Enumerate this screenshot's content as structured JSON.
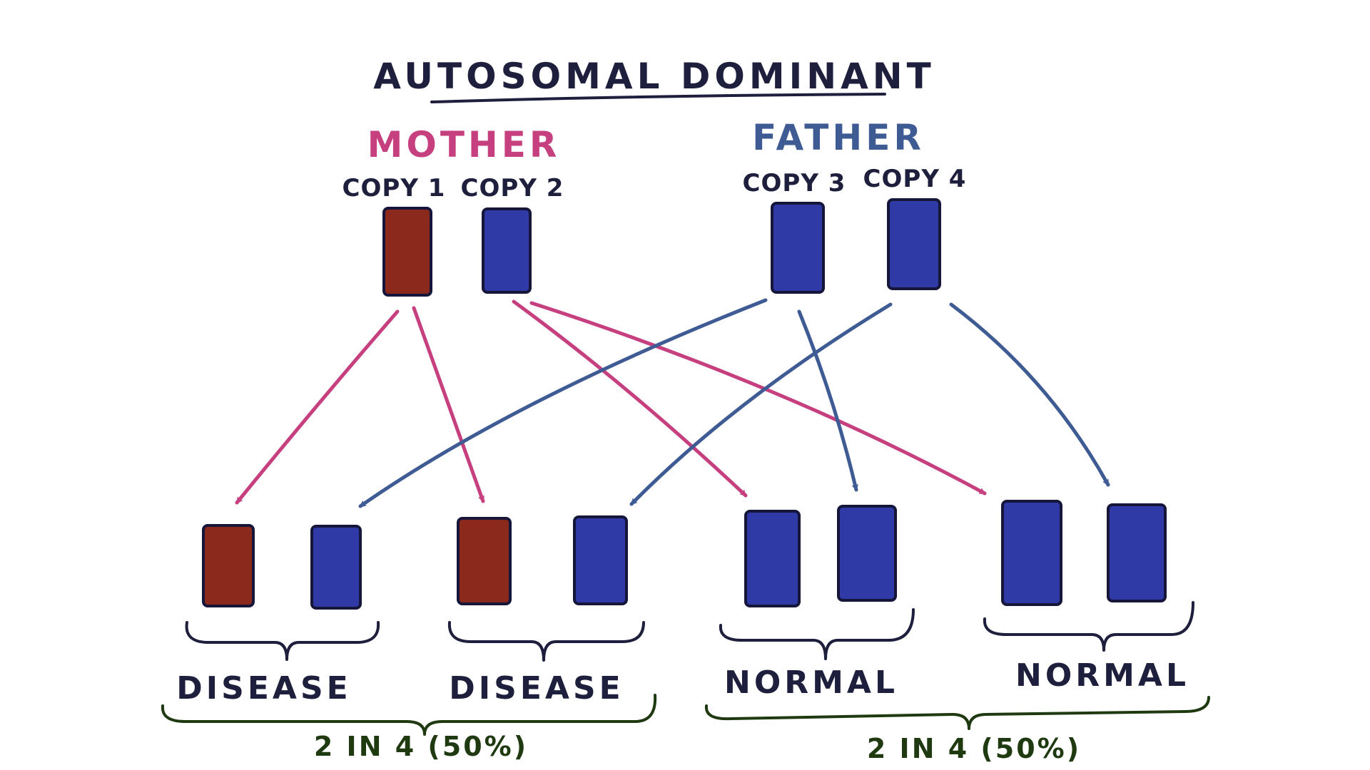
{
  "title": "AUTOSOMAL DOMINANT",
  "parents": {
    "mother": {
      "label": "MOTHER",
      "copies": [
        {
          "label": "COPY 1",
          "allele": "disease"
        },
        {
          "label": "COPY 2",
          "allele": "normal"
        }
      ]
    },
    "father": {
      "label": "FATHER",
      "copies": [
        {
          "label": "COPY 3",
          "allele": "normal"
        },
        {
          "label": "COPY 4",
          "allele": "normal"
        }
      ]
    }
  },
  "offspring": [
    {
      "label": "DISEASE",
      "alleles": [
        "disease",
        "normal"
      ],
      "from": [
        "COPY 1",
        "COPY 3"
      ]
    },
    {
      "label": "DISEASE",
      "alleles": [
        "disease",
        "normal"
      ],
      "from": [
        "COPY 1",
        "COPY 4"
      ]
    },
    {
      "label": "NORMAL",
      "alleles": [
        "normal",
        "normal"
      ],
      "from": [
        "COPY 2",
        "COPY 3"
      ]
    },
    {
      "label": "NORMAL",
      "alleles": [
        "normal",
        "normal"
      ],
      "from": [
        "COPY 2",
        "COPY 4"
      ]
    }
  ],
  "groups": [
    {
      "ratio": "2 IN 4 (50%)"
    },
    {
      "ratio": "2 IN 4 (50%)"
    }
  ],
  "colors": {
    "disease": "#8b2a1c",
    "normal": "#2f3aa6",
    "mother": "#c6407f",
    "father": "#3f5b94",
    "ink": "#1d1f3c",
    "group": "#1f3a10"
  }
}
